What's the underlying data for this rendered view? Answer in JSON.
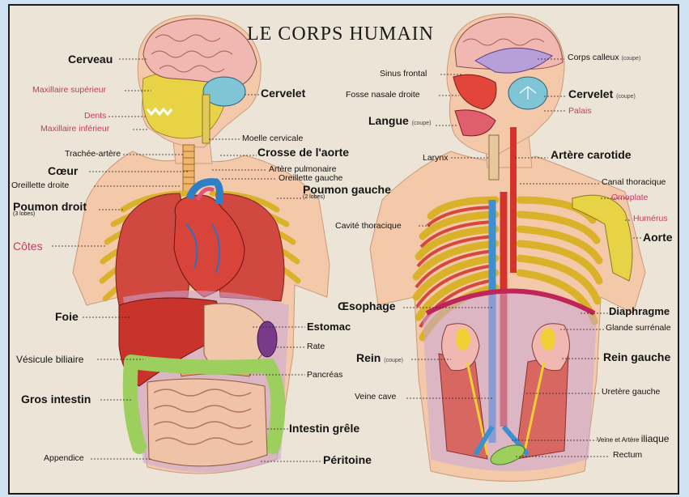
{
  "title": "LE CORPS HUMAIN",
  "labels_left": {
    "cerveau": "Cerveau",
    "maxillaire_superieur": "Maxillaire supérieur",
    "dents": "Dents",
    "maxillaire_inferieur": "Maxillaire inférieur",
    "trachee_artere": "Trachée-artère",
    "coeur": "Cœur",
    "oreillette_droite": "Oreillette droite",
    "poumon_droit": "Poumon droit",
    "poumon_droit_sub": "(3 lobes)",
    "cotes": "Côtes",
    "foie": "Foie",
    "vesicule_biliaire": "Vésicule biliaire",
    "gros_intestin": "Gros intestin",
    "appendice": "Appendice",
    "cervelet": "Cervelet",
    "moelle_cervicale": "Moelle cervicale",
    "crosse_aorte": "Crosse de l'aorte",
    "artere_pulmonaire": "Artère pulmonaire",
    "oreillette_gauche": "Oreillette gauche",
    "poumon_gauche": "Poumon gauche",
    "poumon_gauche_sub": "(2 lobes)",
    "estomac": "Estomac",
    "rate": "Rate",
    "pancreas": "Pancréas",
    "intestin_grele": "Intestin grêle",
    "peritoine": "Péritoine"
  },
  "labels_right": {
    "sinus_frontal": "Sinus frontal",
    "fosse_nasale_droite": "Fosse nasale droite",
    "langue": "Langue",
    "coupe": "(coupe)",
    "larynx": "Larynx",
    "cavite_thoracique": "Cavité thoracique",
    "oesophage": "Œsophage",
    "rein": "Rein",
    "veine_cave": "Veine cave",
    "corps_calleux": "Corps calleux",
    "cervelet": "Cervelet",
    "palais": "Palais",
    "artere_carotide": "Artère carotide",
    "canal_thoracique": "Canal thoracique",
    "omoplate": "Omoplate",
    "humerus": "Humérus",
    "aorte": "Aorte",
    "diaphragme": "Diaphragme",
    "glande_surrenale": "Glande surrénale",
    "rein_gauche": "Rein gauche",
    "uretere_gauche": "Uretère gauche",
    "veine_artere_iliaque": "Veine et Artère",
    "iliaque": "iliaque",
    "rectum": "Rectum"
  },
  "colors": {
    "skin": "#f3c9aa",
    "brain": "#f1b8b2",
    "lung": "#d0483f",
    "liver": "#c8342c",
    "intestine": "#f0c2a8",
    "colon": "#9ccf5d",
    "ribs": "#f2cf35",
    "vein": "#3e8fd0",
    "cartilage": "#e64f8a",
    "peritoneum": "#c9a6d6",
    "label_red": "#c93864"
  }
}
